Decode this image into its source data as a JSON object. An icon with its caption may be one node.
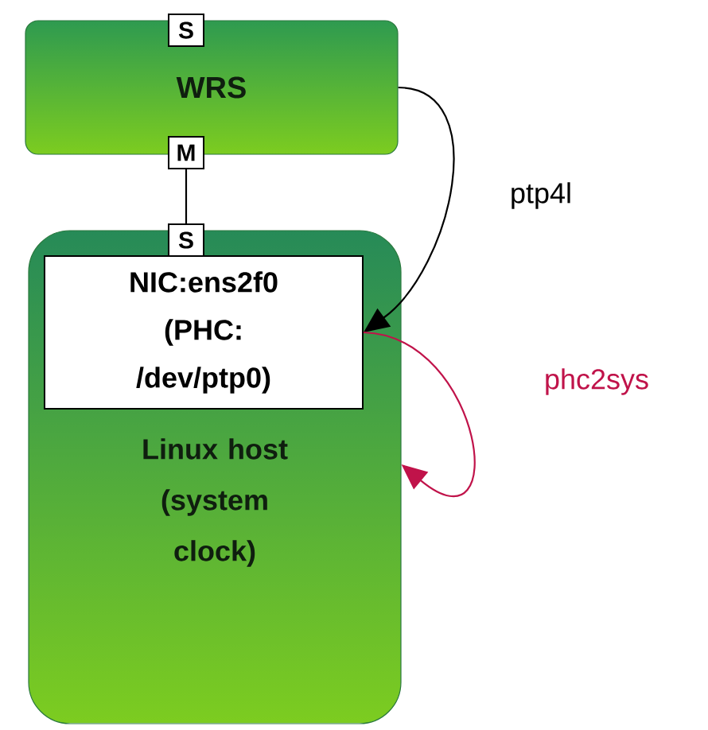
{
  "diagram": {
    "nodes": [
      {
        "text": [
          "WRS"
        ]
      },
      {
        "text": [
          "S"
        ]
      },
      {
        "text": [
          "M"
        ]
      },
      {
        "text": [
          "Linux host (system clock)"
        ]
      },
      {
        "text": [
          "S"
        ]
      },
      {
        "text": [
          "NIC:ens2f0 (PHC: /dev/ptp0)"
        ],
        "in": 3
      }
    ],
    "edges": [
      {
        "from": 2,
        "to": 4,
        "arrow": "none"
      },
      {
        "from": 0,
        "to": 5,
        "arrow": "to",
        "label": "ptp4l"
      },
      {
        "from": 5,
        "to": 3,
        "arrow": "to",
        "label": "phc2sys",
        "color": "#c0134a"
      }
    ]
  }
}
